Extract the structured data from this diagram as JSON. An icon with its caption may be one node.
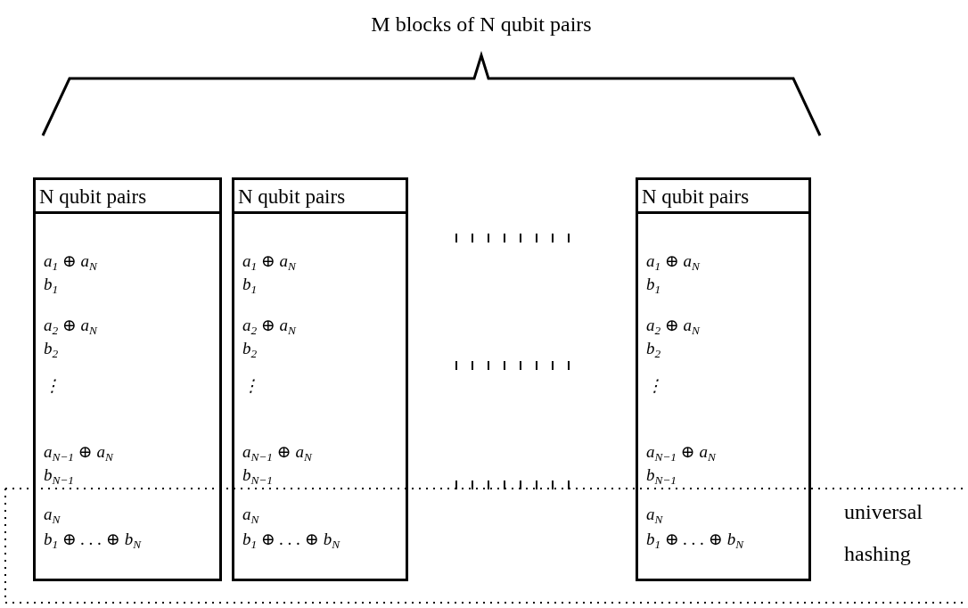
{
  "diagram": {
    "nodes": [
      {
        "text": [
          "N qubit pairs",
          "a$_{1}$ ⊕ a$_{N}$",
          "b$_{1}$",
          "a$_{2}$ ⊕ a$_{N}$",
          "b$_{2}$",
          "⋮",
          "a$_{N−1}$ ⊕ a$_{N}$",
          "b$_{N−1}$",
          "a$_{N}$",
          "b$_{1}$ ⊕ . . . ⊕ b$_{N}$"
        ]
      },
      {
        "text": [
          "N qubit pairs",
          "a$_{1}$ ⊕ a$_{N}$",
          "b$_{1}$",
          "a$_{2}$ ⊕ a$_{N}$",
          "b$_{2}$",
          "⋮",
          "a$_{N−1}$ ⊕ a$_{N}$",
          "b$_{N−1}$",
          "a$_{N}$",
          "b$_{1}$ ⊕ . . . ⊕ b$_{N}$"
        ]
      },
      {
        "text": [
          "N qubit pairs",
          "a$_{1}$ ⊕ a$_{N}$",
          "b$_{1}$",
          "a$_{2}$ ⊕ a$_{N}$",
          "b$_{2}$",
          "⋮",
          "a$_{N−1}$ ⊕ a$_{N}$",
          "b$_{N−1}$",
          "a$_{N}$",
          "b$_{1}$ ⊕ . . . ⊕ b$_{N}$"
        ]
      },
      {
        "text": [
          "universal hashing"
        ]
      }
    ],
    "labels": [
      "M blocks of N qubit pairs"
    ]
  }
}
